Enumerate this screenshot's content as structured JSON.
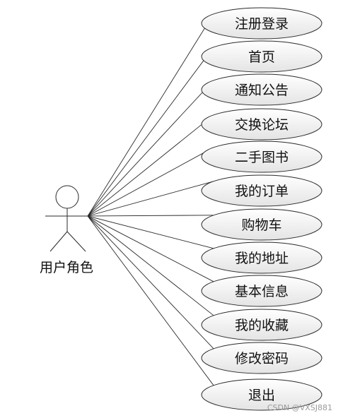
{
  "actor": {
    "label": "用户角色"
  },
  "use_cases": [
    {
      "label": "注册登录"
    },
    {
      "label": "首页"
    },
    {
      "label": "通知公告"
    },
    {
      "label": "交换论坛"
    },
    {
      "label": "二手图书"
    },
    {
      "label": "我的订单"
    },
    {
      "label": "购物车"
    },
    {
      "label": "我的地址"
    },
    {
      "label": "基本信息"
    },
    {
      "label": "我的收藏"
    },
    {
      "label": "修改密码"
    },
    {
      "label": "退出"
    }
  ],
  "watermark": "CSDN @VXSJ881",
  "colors": {
    "ellipse_fill_light": "#ffffff",
    "ellipse_fill_dark": "#e4e4e4",
    "stroke": "#2a2a2a"
  }
}
